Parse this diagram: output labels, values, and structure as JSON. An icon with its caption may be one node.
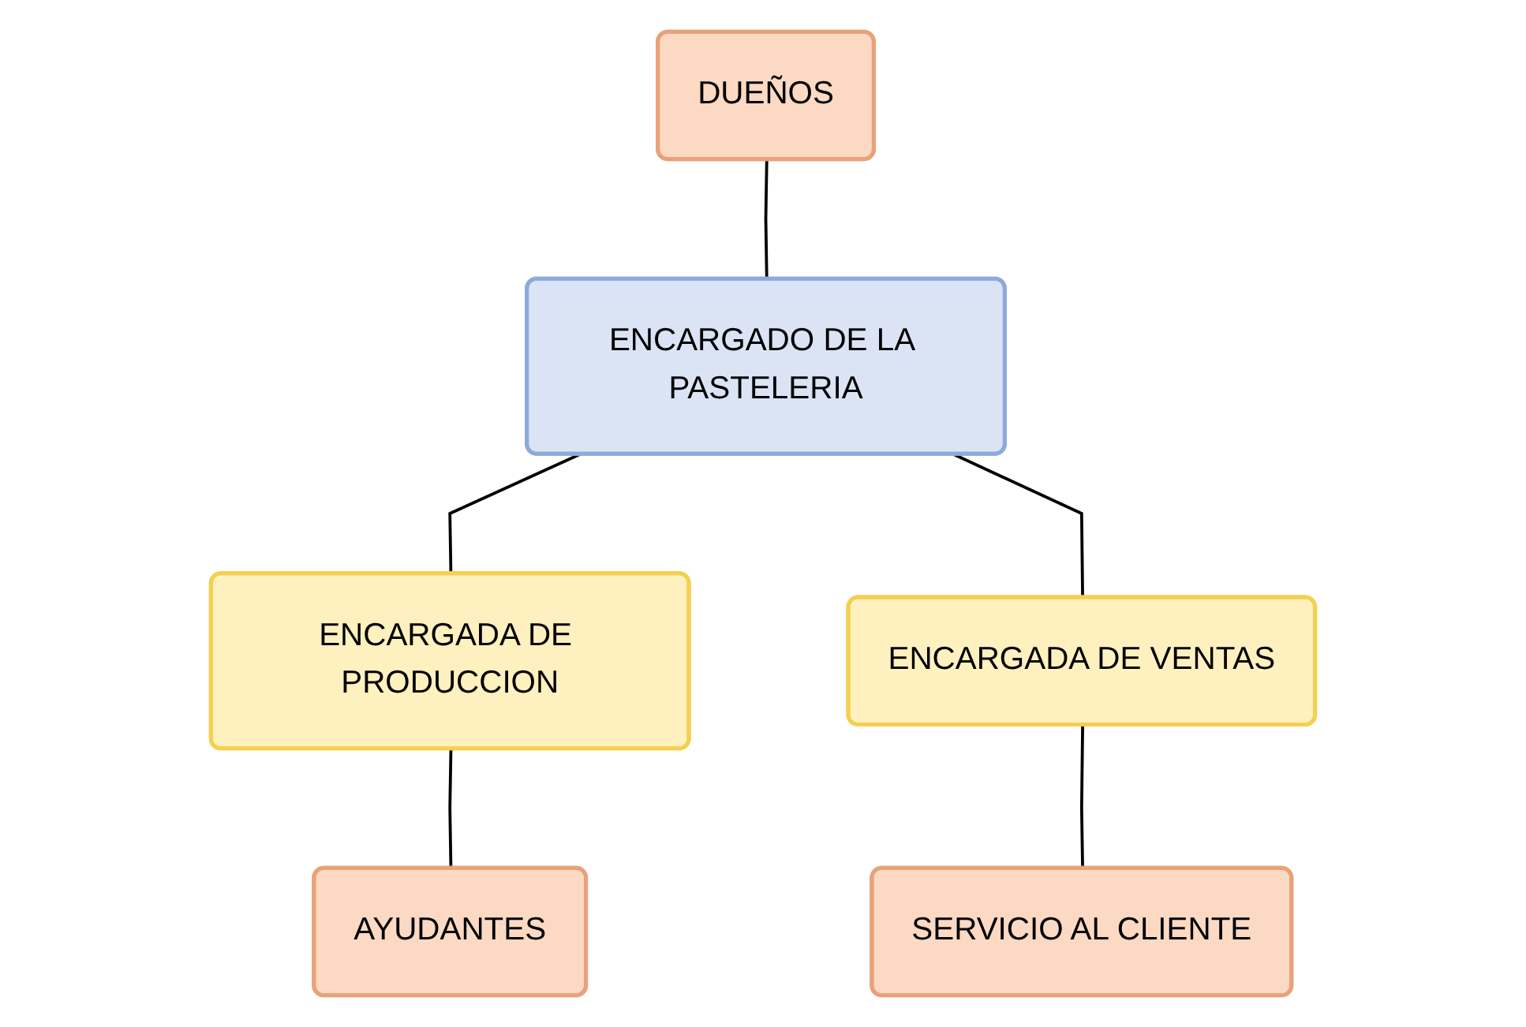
{
  "diagram": {
    "nodes": [
      {
        "text": [
          "DUEÑOS"
        ]
      },
      {
        "text": [
          "ENCARGADO DE LA PASTELERIA"
        ]
      },
      {
        "text": [
          "ENCARGADA DE PRODUCCION"
        ]
      },
      {
        "text": [
          "ENCARGADA DE VENTAS"
        ]
      },
      {
        "text": [
          "AYUDANTES"
        ]
      },
      {
        "text": [
          "SERVICIO AL CLIENTE"
        ]
      }
    ],
    "edges": [
      {
        "from": 0,
        "to": 1,
        "arrow": "none"
      },
      {
        "from": 1,
        "to": 2,
        "arrow": "none"
      },
      {
        "from": 1,
        "to": 3,
        "arrow": "none"
      },
      {
        "from": 2,
        "to": 4,
        "arrow": "none"
      },
      {
        "from": 3,
        "to": 5,
        "arrow": "none"
      }
    ]
  }
}
